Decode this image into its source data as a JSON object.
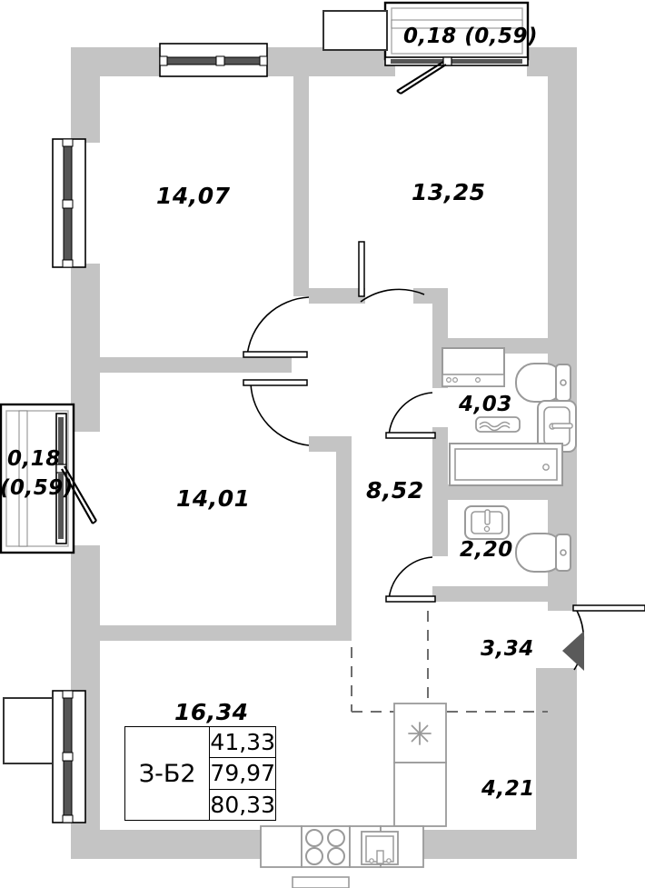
{
  "plan": {
    "type": "apartment-floor-plan",
    "unit_code": "З-Б2",
    "areas_table": {
      "living_area": "41,33",
      "total_area_without_balcony": "79,97",
      "total_area_with_balcony": "80,33"
    },
    "rooms": [
      {
        "name": "bedroom-top-left",
        "area": "14,07"
      },
      {
        "name": "bedroom-top-right",
        "area": "13,25"
      },
      {
        "name": "bedroom-mid-left",
        "area": "14,01"
      },
      {
        "name": "living-kitchen",
        "area": "16,34"
      },
      {
        "name": "hallway",
        "area": "8,52"
      },
      {
        "name": "bathroom",
        "area": "4,03"
      },
      {
        "name": "wc",
        "area": "2,20"
      },
      {
        "name": "entry-hall",
        "area": "3,34"
      },
      {
        "name": "storage",
        "area": "4,21"
      }
    ],
    "balconies": [
      {
        "name": "balcony-top",
        "area": "0,18",
        "area_full": "(0,59)",
        "combined": "0,18 (0,59)"
      },
      {
        "name": "balcony-left",
        "line1": "0,18",
        "line2": "(0,59)"
      }
    ],
    "fixtures": [
      "toilet",
      "toilet",
      "sink",
      "sink",
      "bathtub",
      "washing-machine",
      "towel-rail",
      "stove",
      "kitchen-sink",
      "refrigerator"
    ],
    "colors": {
      "wall": "#c4c4c4",
      "wall_dark": "#b0b0b0",
      "outline": "#000000",
      "fixture": "#9a9a9a",
      "door_marker": "#5a5a5a",
      "background": "#ffffff"
    }
  }
}
